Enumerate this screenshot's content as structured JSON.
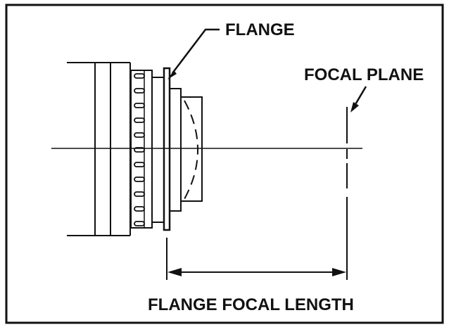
{
  "labels": {
    "flange": "FLANGE",
    "focal_plane": "FOCAL PLANE",
    "flange_focal_length": "FLANGE FOCAL LENGTH"
  },
  "colors": {
    "ink": "#111111",
    "background": "#ffffff"
  }
}
